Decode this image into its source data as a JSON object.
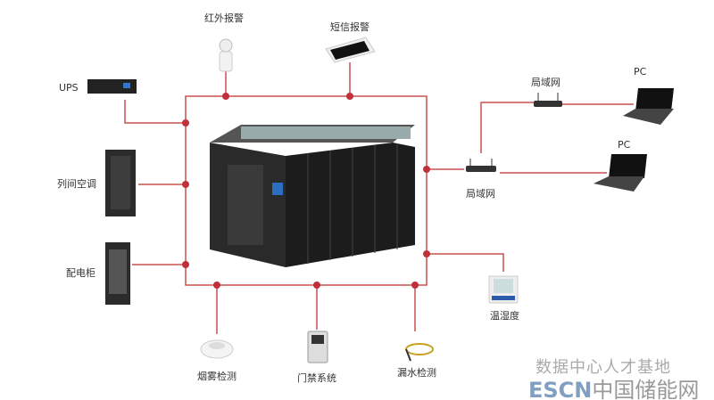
{
  "colors": {
    "line": "#c8504f",
    "dot": "#c0303a"
  },
  "labels": {
    "infrared_alarm": "红外报警",
    "sms_alarm": "短信报警",
    "ups": "UPS",
    "row_ac": "列间空调",
    "pdu": "配电柜",
    "smoke": "烟雾检测",
    "access": "门禁系统",
    "leak": "漏水检测",
    "temp_humidity": "温湿度",
    "lan1": "局域网",
    "lan2": "局域网",
    "pc1": "PC",
    "pc2": "PC"
  },
  "watermark": {
    "line1": "数据中心人才基地",
    "brand": "ESCN",
    "brand_cn": "中国储能网"
  }
}
